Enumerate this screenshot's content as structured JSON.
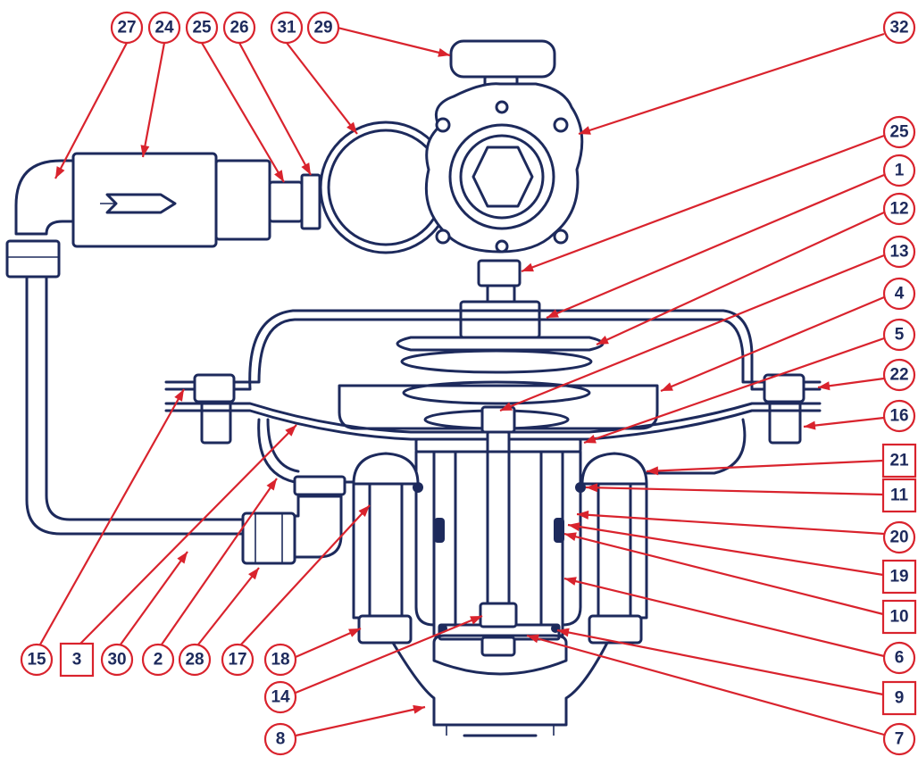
{
  "colors": {
    "line": "#1d2a5c",
    "callout": "#d9232d",
    "background": "#ffffff"
  },
  "callouts": [
    {
      "id": "c27",
      "label": "27",
      "shape": "circle"
    },
    {
      "id": "c24",
      "label": "24",
      "shape": "circle"
    },
    {
      "id": "c25a",
      "label": "25",
      "shape": "circle"
    },
    {
      "id": "c26",
      "label": "26",
      "shape": "circle"
    },
    {
      "id": "c31",
      "label": "31",
      "shape": "circle"
    },
    {
      "id": "c29",
      "label": "29",
      "shape": "circle"
    },
    {
      "id": "c32",
      "label": "32",
      "shape": "circle"
    },
    {
      "id": "c25b",
      "label": "25",
      "shape": "circle"
    },
    {
      "id": "c1",
      "label": "1",
      "shape": "circle"
    },
    {
      "id": "c12",
      "label": "12",
      "shape": "circle"
    },
    {
      "id": "c13",
      "label": "13",
      "shape": "circle"
    },
    {
      "id": "c4",
      "label": "4",
      "shape": "circle"
    },
    {
      "id": "c5",
      "label": "5",
      "shape": "circle"
    },
    {
      "id": "c22",
      "label": "22",
      "shape": "circle"
    },
    {
      "id": "c16",
      "label": "16",
      "shape": "circle"
    },
    {
      "id": "c21",
      "label": "21",
      "shape": "square"
    },
    {
      "id": "c11",
      "label": "11",
      "shape": "square"
    },
    {
      "id": "c20",
      "label": "20",
      "shape": "circle"
    },
    {
      "id": "c19",
      "label": "19",
      "shape": "square"
    },
    {
      "id": "c10",
      "label": "10",
      "shape": "square"
    },
    {
      "id": "c6",
      "label": "6",
      "shape": "circle"
    },
    {
      "id": "c9",
      "label": "9",
      "shape": "square"
    },
    {
      "id": "c7",
      "label": "7",
      "shape": "circle"
    },
    {
      "id": "c15",
      "label": "15",
      "shape": "circle"
    },
    {
      "id": "c3",
      "label": "3",
      "shape": "square"
    },
    {
      "id": "c30",
      "label": "30",
      "shape": "circle"
    },
    {
      "id": "c2",
      "label": "2",
      "shape": "circle"
    },
    {
      "id": "c28",
      "label": "28",
      "shape": "circle"
    },
    {
      "id": "c17",
      "label": "17",
      "shape": "circle"
    },
    {
      "id": "c18",
      "label": "18",
      "shape": "circle"
    },
    {
      "id": "c14",
      "label": "14",
      "shape": "circle"
    },
    {
      "id": "c8",
      "label": "8",
      "shape": "circle"
    }
  ]
}
